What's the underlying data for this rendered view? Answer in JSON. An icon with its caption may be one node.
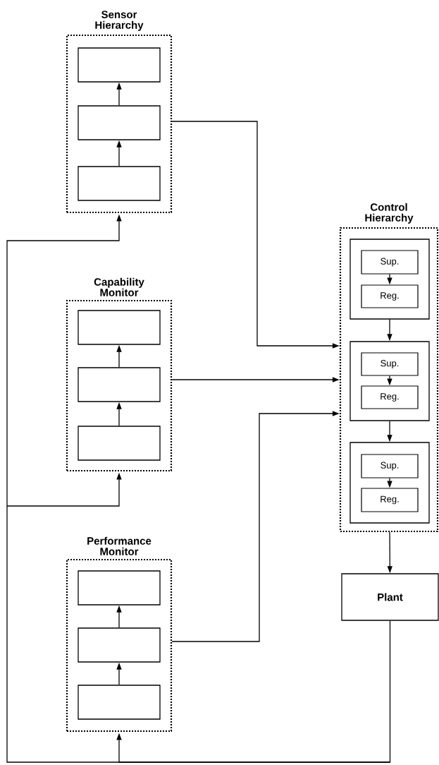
{
  "diagram": {
    "nodes": [
      {
        "text": [
          "Sensor Hierarchy"
        ]
      },
      {
        "text": [],
        "shape": "box",
        "in": 0
      },
      {
        "text": [],
        "shape": "box",
        "in": 0
      },
      {
        "text": [],
        "shape": "box",
        "in": 0
      },
      {
        "text": [
          "Capability Monitor"
        ]
      },
      {
        "text": [],
        "shape": "box",
        "in": 4
      },
      {
        "text": [],
        "shape": "box",
        "in": 4
      },
      {
        "text": [],
        "shape": "box",
        "in": 4
      },
      {
        "text": [
          "Performance Monitor"
        ]
      },
      {
        "text": [],
        "shape": "box",
        "in": 8
      },
      {
        "text": [],
        "shape": "box",
        "in": 8
      },
      {
        "text": [],
        "shape": "box",
        "in": 8
      },
      {
        "text": [
          "Control Hierarchy"
        ]
      },
      {
        "text": [],
        "shape": "box",
        "in": 12
      },
      {
        "text": [
          "Sup."
        ],
        "in": 13
      },
      {
        "text": [
          "Reg."
        ],
        "in": 13
      },
      {
        "text": [],
        "shape": "box",
        "in": 12
      },
      {
        "text": [
          "Sup."
        ],
        "in": 16
      },
      {
        "text": [
          "Reg."
        ],
        "in": 16
      },
      {
        "text": [],
        "shape": "box",
        "in": 12
      },
      {
        "text": [
          "Sup."
        ],
        "in": 19
      },
      {
        "text": [
          "Reg."
        ],
        "in": 19
      },
      {
        "text": [
          "Plant"
        ]
      }
    ],
    "edges": [
      {
        "from": 3,
        "to": 2,
        "arrow": "to"
      },
      {
        "from": 2,
        "to": 1,
        "arrow": "to"
      },
      {
        "from": 7,
        "to": 6,
        "arrow": "to"
      },
      {
        "from": 6,
        "to": 5,
        "arrow": "to"
      },
      {
        "from": 11,
        "to": 10,
        "arrow": "to"
      },
      {
        "from": 10,
        "to": 9,
        "arrow": "to"
      },
      {
        "from": 14,
        "to": 15,
        "arrow": "to"
      },
      {
        "from": 17,
        "to": 18,
        "arrow": "to"
      },
      {
        "from": 20,
        "to": 21,
        "arrow": "to"
      },
      {
        "from": 13,
        "to": 16,
        "arrow": "to"
      },
      {
        "from": 16,
        "to": 19,
        "arrow": "to"
      },
      {
        "from": 12,
        "to": 22,
        "arrow": "to"
      },
      {
        "from": 0,
        "to": 12,
        "arrow": "to"
      },
      {
        "from": 4,
        "to": 12,
        "arrow": "to"
      },
      {
        "from": 8,
        "to": 12,
        "arrow": "to"
      },
      {
        "from": 22,
        "to": 0,
        "arrow": "to"
      },
      {
        "from": 22,
        "to": 4,
        "arrow": "to"
      },
      {
        "from": 22,
        "to": 8,
        "arrow": "to"
      }
    ]
  }
}
